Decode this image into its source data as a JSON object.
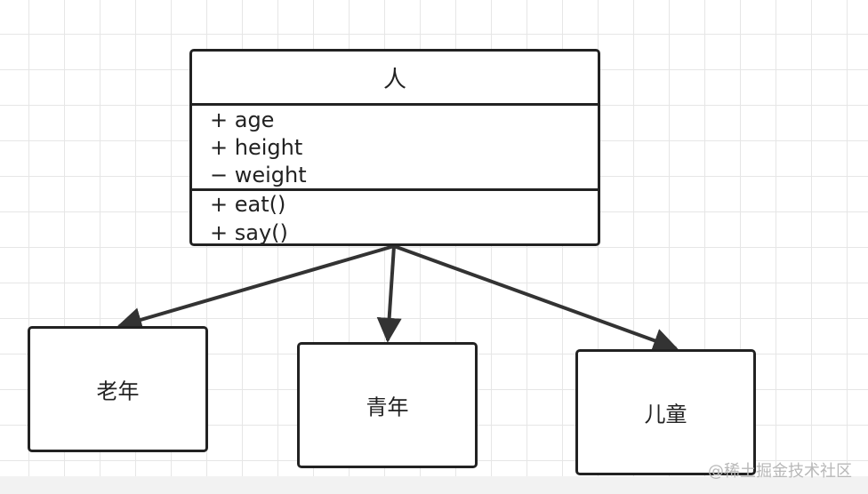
{
  "diagram": {
    "parent": {
      "title": "人",
      "attributes": [
        "+ age",
        "+ height",
        "− weight"
      ],
      "methods": [
        "+ eat()",
        "+ say()"
      ]
    },
    "children": [
      {
        "label": "老年"
      },
      {
        "label": "青年"
      },
      {
        "label": "儿童"
      }
    ]
  },
  "watermark": "@稀土掘金技术社区"
}
